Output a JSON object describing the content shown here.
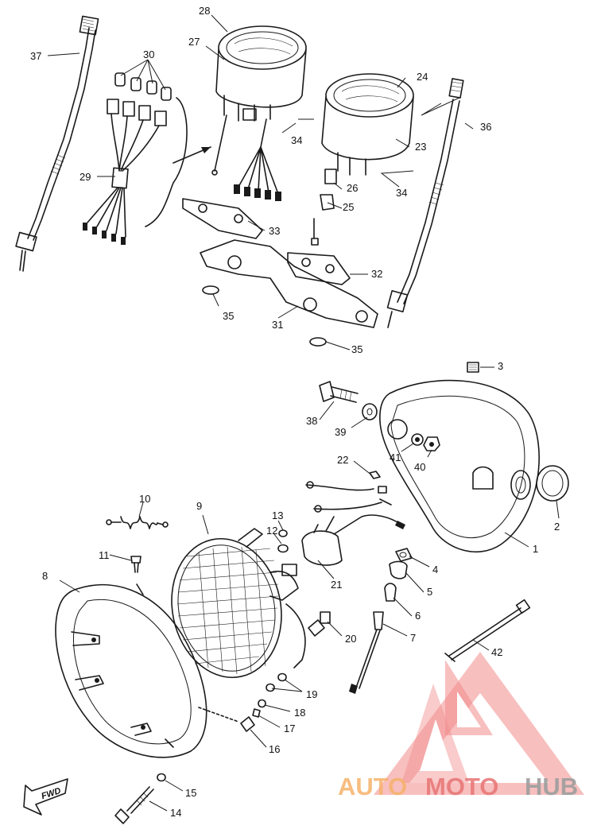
{
  "callouts": [
    "1",
    "2",
    "3",
    "4",
    "5",
    "6",
    "7",
    "8",
    "9",
    "10",
    "11",
    "12",
    "13",
    "14",
    "15",
    "16",
    "17",
    "18",
    "19",
    "20",
    "21",
    "22",
    "23",
    "24",
    "25",
    "26",
    "27",
    "28",
    "29",
    "30",
    "31",
    "32",
    "33",
    "34",
    "35",
    "36",
    "37",
    "38",
    "39",
    "40",
    "41",
    "42"
  ],
  "fwd_label": "FWD",
  "watermark": {
    "part1": "AUTO",
    "part2": "MOTO",
    "part3": "HUB"
  },
  "colors": {
    "line": "#1a1a1a",
    "watermark_red": "#e85c5c",
    "watermark_orange": "#f6b26b",
    "watermark_gray": "#9e9e9e"
  }
}
